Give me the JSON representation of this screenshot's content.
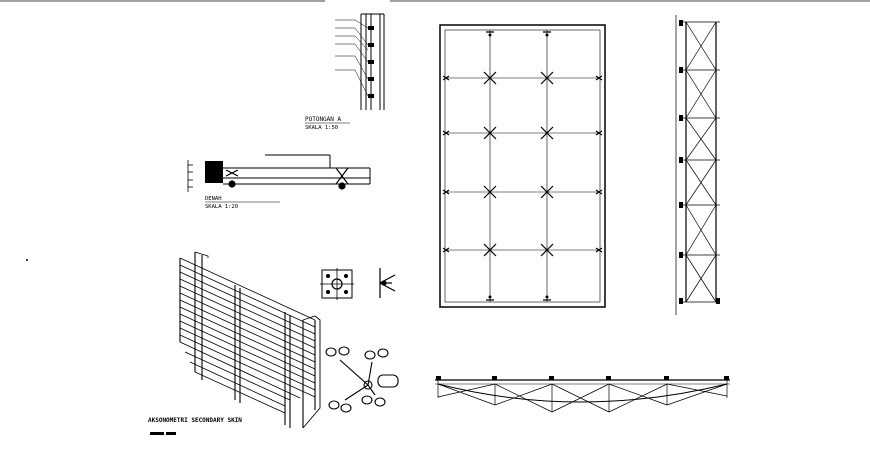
{
  "drawing": {
    "section_title": "POTONGAN A",
    "section_scale": "SKALA 1:50",
    "plan_title": "DENAH",
    "plan_scale": "SKALA 1:20",
    "axono_title": "AKSONOMETRI SECONDARY SKIN",
    "section_callouts": [
      "",
      "",
      "",
      "",
      "",
      ""
    ]
  }
}
